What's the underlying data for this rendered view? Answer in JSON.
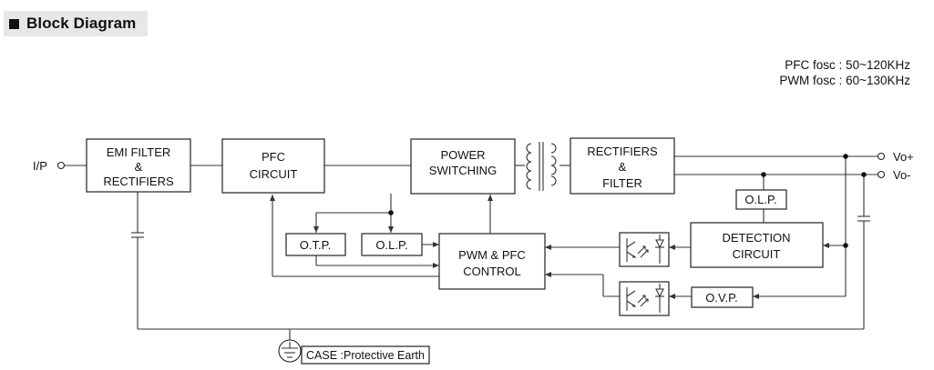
{
  "header": {
    "title": "Block Diagram"
  },
  "notes": {
    "pfc_fosc": "PFC fosc : 50~120KHz",
    "pwm_fosc": "PWM fosc : 60~130KHz"
  },
  "terminals": {
    "input": "I/P",
    "vo_plus": "Vo+",
    "vo_minus": "Vo-"
  },
  "blocks": {
    "emi_filter": {
      "line1": "EMI FILTER",
      "line2": "&",
      "line3": "RECTIFIERS"
    },
    "pfc": {
      "line1": "PFC",
      "line2": "CIRCUIT"
    },
    "power_switching": {
      "line1": "POWER",
      "line2": "SWITCHING"
    },
    "rectifiers_filter": {
      "line1": "RECTIFIERS",
      "line2": "&",
      "line3": "FILTER"
    },
    "otp": "O.T.P.",
    "olp_left": "O.L.P.",
    "pwm_pfc": {
      "line1": "PWM & PFC",
      "line2": "CONTROL"
    },
    "olp_right": "O.L.P.",
    "detection": {
      "line1": "DETECTION",
      "line2": "CIRCUIT"
    },
    "ovp": "O.V.P."
  },
  "ground": {
    "label": "CASE :Protective Earth"
  }
}
